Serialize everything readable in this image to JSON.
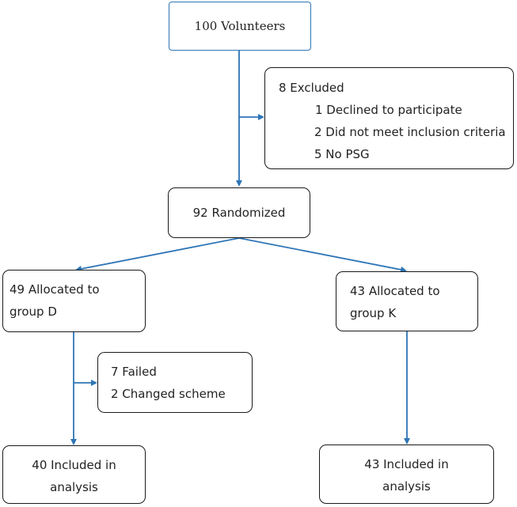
{
  "nodes": {
    "volunteers": "100 Volunteers",
    "excluded": {
      "title": "8 Excluded",
      "items": [
        "1 Declined to participate",
        "2 Did not meet inclusion criteria",
        "5 No PSG"
      ]
    },
    "randomized": "92 Randomized",
    "group_d": {
      "line1": "49 Allocated to",
      "line2": "group D"
    },
    "group_k": {
      "line1": "43 Allocated to",
      "line2": "group K"
    },
    "failed": {
      "line1": "7 Failed",
      "line2": "2 Changed scheme"
    },
    "analysis_d": {
      "line1": "40 Included in",
      "line2": "analysis"
    },
    "analysis_k": {
      "line1": "43 Included in",
      "line2": "analysis"
    }
  },
  "colors": {
    "arrow": "#2e75b6",
    "box_border": "#1a1a1a",
    "top_box_border": "#2e75b6"
  }
}
